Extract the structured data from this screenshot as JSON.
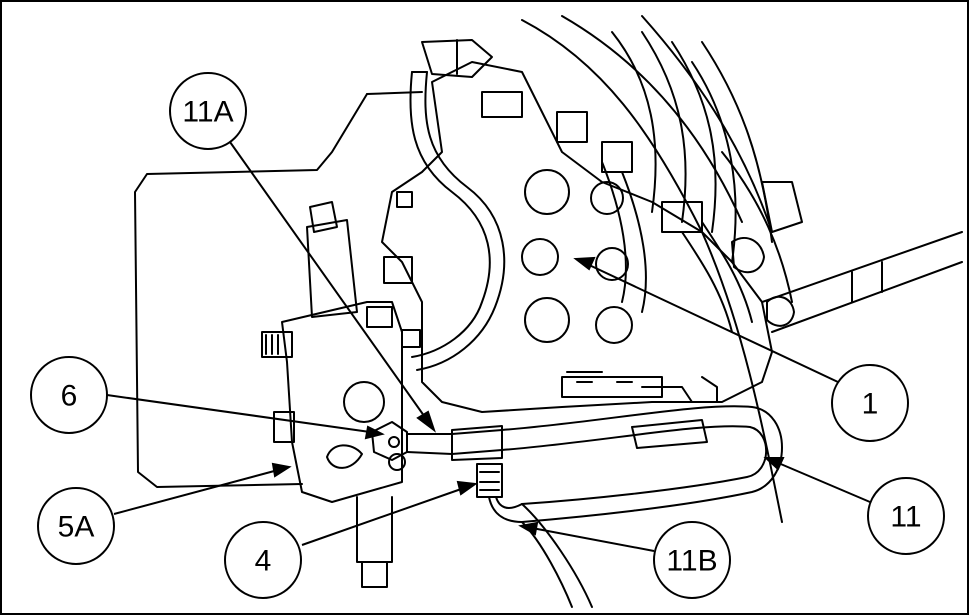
{
  "callouts": [
    {
      "id": "11A",
      "label": "11A"
    },
    {
      "id": "1",
      "label": "1"
    },
    {
      "id": "6",
      "label": "6"
    },
    {
      "id": "11",
      "label": "11"
    },
    {
      "id": "5A",
      "label": "5A"
    },
    {
      "id": "4",
      "label": "4"
    },
    {
      "id": "11B",
      "label": "11B"
    }
  ],
  "colors": {
    "ink": "#000000",
    "paper": "#ffffff"
  }
}
